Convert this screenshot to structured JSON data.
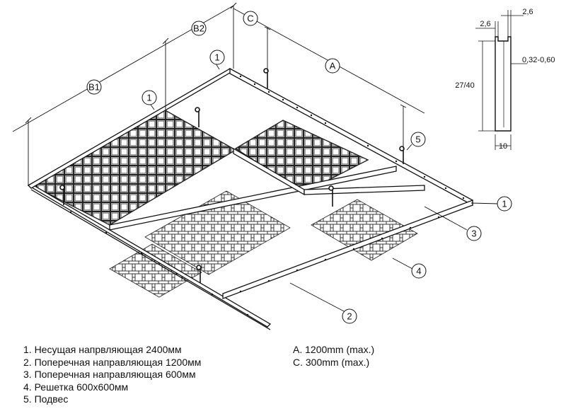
{
  "callouts": {
    "b1": "B1",
    "b2": "B2",
    "c": "C",
    "a": "A",
    "one": "1",
    "two": "2",
    "three": "3",
    "four": "4",
    "five": "5"
  },
  "profile": {
    "top_thickness": "2,6",
    "left_thickness": "2,6",
    "wall": "0,32-0,60",
    "height": "27/40",
    "width": "10"
  },
  "legend_left": [
    "1. Несущая напрвляющая 2400мм",
    "2. Поперечная направляющая 1200мм",
    "3. Поперечная направляющая 600мм",
    "4. Решетка 600х600мм",
    "5. Подвес"
  ],
  "legend_right": [
    "A. 1200mm (max.)",
    "C. 300mm (max.)"
  ]
}
